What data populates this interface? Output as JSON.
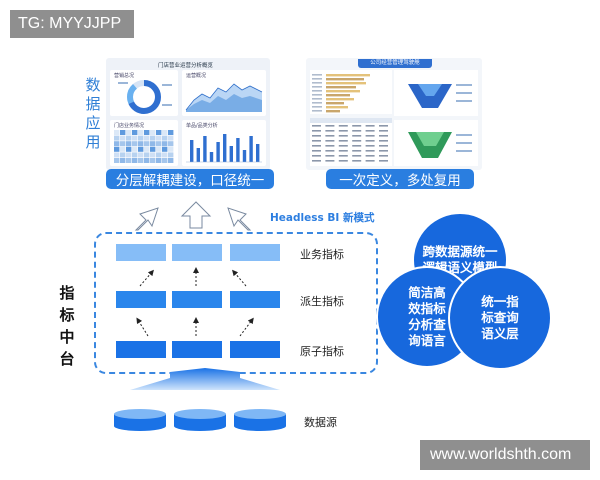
{
  "watermark_top": "TG: MYYJJPP",
  "watermark_bottom": "www.worldshth.com",
  "data_app_label": "数据应用",
  "left_dashboard": {
    "title": "门店营业运营分析概览",
    "captions": [
      "营销总况",
      "运营概况",
      "门店业务情况",
      "单品/品类分析"
    ]
  },
  "right_dashboard": {
    "title": "公司经营管理驾驶舱"
  },
  "caption_left": "分层解耦建设，口径统一",
  "caption_right": "一次定义，多处复用",
  "headless_label": "Headless BI 新模式",
  "platform_label": "指标中台",
  "layers": {
    "business": "业务指标",
    "derived": "派生指标",
    "atomic": "原子指标"
  },
  "datasource_label": "数据源",
  "circles": {
    "top": "跨数据源统一\n逻辑语义模型",
    "left": "简洁高\n效指标\n分析查\n询语言",
    "right": "统一指\n标查询\n语义层"
  },
  "colors": {
    "primary": "#1a72e6",
    "light_block": "#86bdf7",
    "accent_text": "#2c7ee0",
    "circle": "#1768dd"
  }
}
